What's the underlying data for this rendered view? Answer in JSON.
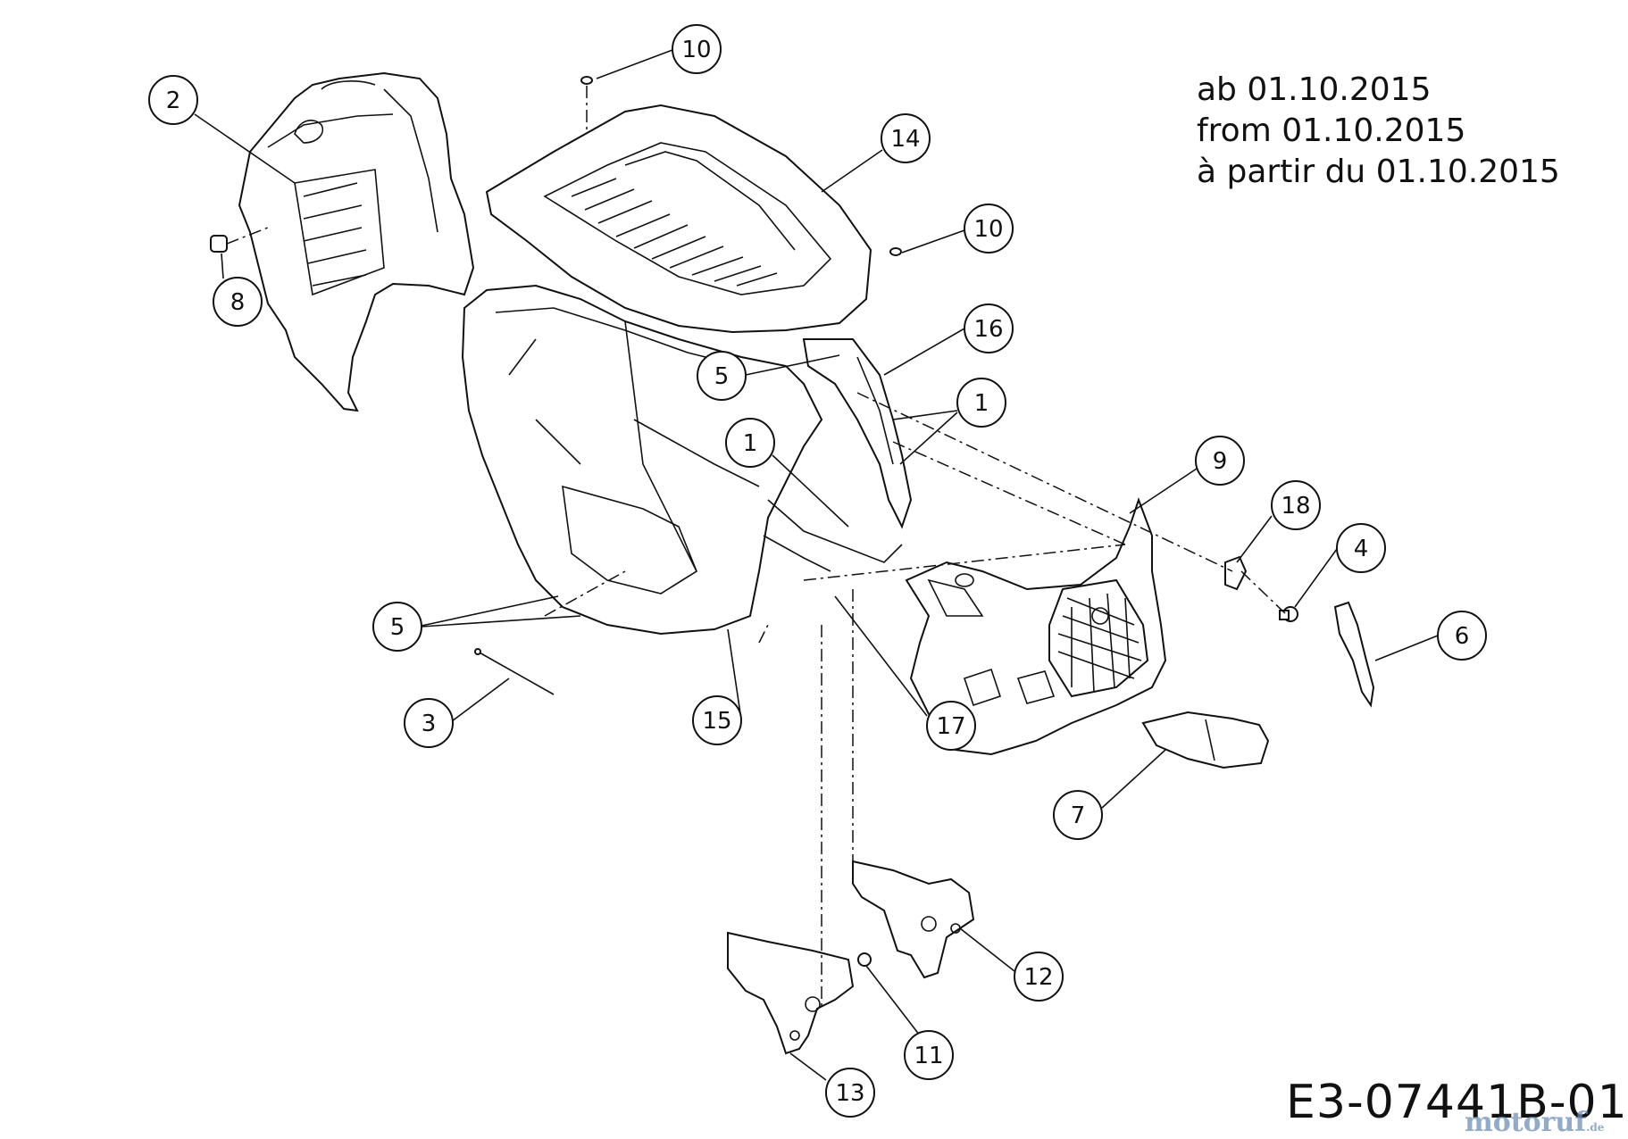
{
  "validity": {
    "line_de": "ab 01.10.2015",
    "line_en": "from 01.10.2015",
    "line_fr": "à partir du 01.10.2015"
  },
  "drawing_number": "E3-07441B-01",
  "watermark": {
    "brand": "motoruf",
    "suffix": ".de"
  },
  "callouts": {
    "c1a": "1",
    "c1b": "1",
    "c2": "2",
    "c3": "3",
    "c4": "4",
    "c5a": "5",
    "c5b": "5",
    "c6": "6",
    "c7": "7",
    "c8": "8",
    "c9": "9",
    "c10a": "10",
    "c10b": "10",
    "c11": "11",
    "c12": "12",
    "c13": "13",
    "c14": "14",
    "c15": "15",
    "c16": "16",
    "c17": "17",
    "c18": "18"
  }
}
